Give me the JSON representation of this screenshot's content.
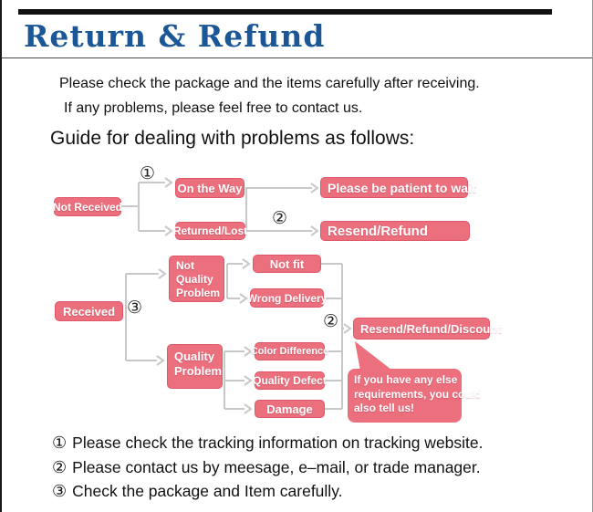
{
  "header": {
    "title": "Return & Refund"
  },
  "intro": {
    "line1": "Please check the package and the items carefully after receiving.",
    "line2": "If any problems, please feel free to contact us.",
    "guide": "Guide for dealing with problems as follows:"
  },
  "flowchart": {
    "not_received": "Not Received",
    "on_the_way": "On the Way",
    "returned_lost": "Returned/Lost",
    "be_patient": "Please be patient to wait",
    "resend_refund": "Resend/Refund",
    "received": "Received",
    "not_quality_problem": "Not Quality Problem",
    "quality_problem": "Quality Problem",
    "not_fit": "Not fit",
    "wrong_delivery": "Wrong Delivery",
    "color_difference": "Color Difference",
    "quality_defect": "Quality Defect",
    "damage": "Damage",
    "resend_refund_discount": "Resend/Refund/Discount",
    "markers": {
      "one": "①",
      "two": "②",
      "three": "③"
    },
    "bubble": {
      "line1": "If you have any else",
      "line2": "requirements, you could",
      "line3": "also tell us!"
    }
  },
  "notes": [
    {
      "num": "①",
      "text": "Please check the tracking information on tracking website."
    },
    {
      "num": "②",
      "text": "Please contact us by meesage, e–mail, or trade manager."
    },
    {
      "num": "③",
      "text": "Check the package and Item carefully."
    }
  ],
  "colors": {
    "accent_pink": "#ec6f7d",
    "title_blue": "#1b5796",
    "connector_gray": "#c8c8c8"
  }
}
